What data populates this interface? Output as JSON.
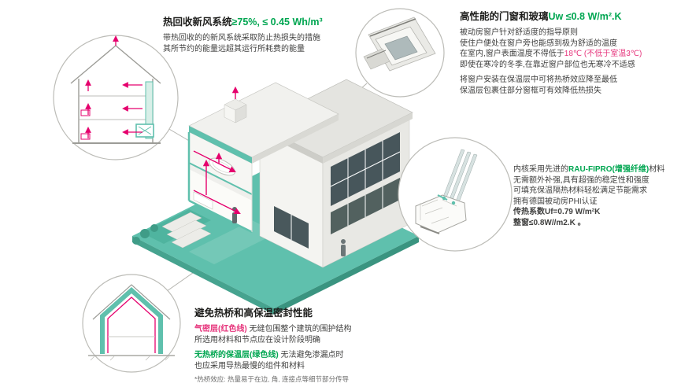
{
  "palette": {
    "teal": "#5fc0ad",
    "teal_dark": "#3a9480",
    "green_text": "#00a651",
    "magenta_text": "#e6357c",
    "pipe_red": "#e5006d",
    "body_text": "#3f3f3e"
  },
  "heat_recovery": {
    "title_black": "热回收新风系统",
    "title_green": "≥75%, ≤ 0.45 Wh/m³",
    "line1": "带热回收的的新风系统采取防止热损失的措施",
    "line2": "其所节约的能量远超其运行所耗费的能量"
  },
  "windows": {
    "title_black": "高性能的门窗和玻璃",
    "title_green": "Uw ≤0.8 W/m².K",
    "line1": "被动房窗户针对舒适度的指导原则",
    "line2": "使住户便处在窗户旁也能感到极为舒适的温度",
    "line3_a": "在室内,窗户表面温度不得低于",
    "line3_b": "18℃",
    "line3_c": " (不低于室温3℃)",
    "line4": "即使在寒冷的冬季,在靠近窗户部位也无寒冷不适感",
    "line5": "将窗户安装在保温层中可将热桥效应降至最低",
    "line6": "保温层包裹住部分窗框可有效降低热损失"
  },
  "profile": {
    "line1_a": "内核采用先进的",
    "line1_b": "RAU-FIPRO(增强纤维)",
    "line1_c": "材料",
    "line2": "无需额外补强,具有超强的稳定性和强度",
    "line3": "可填充保温隔热材料轻松满足节能需求",
    "line4": "拥有德国被动房PHI认证",
    "line5": "传热系数Uf=0.79 W/m²K",
    "line6": "整窗≤0.8W//m2.K 。"
  },
  "thermal": {
    "title": "避免热桥和高保温密封性能",
    "line1_a": "气密层(红色线)",
    "line1_b": " 无缝包围整个建筑的围护结构",
    "line2": "所选用材料和节点应在设计阶段明确",
    "line3_a": "无热桥的保温层(绿色线)",
    "line3_b": " 无法避免渗漏点时",
    "line4": "也应采用导热最慢的组件和材料",
    "footnote": "*热桥效应: 热量易于在边, 角, 连接点等细节部分传导"
  }
}
